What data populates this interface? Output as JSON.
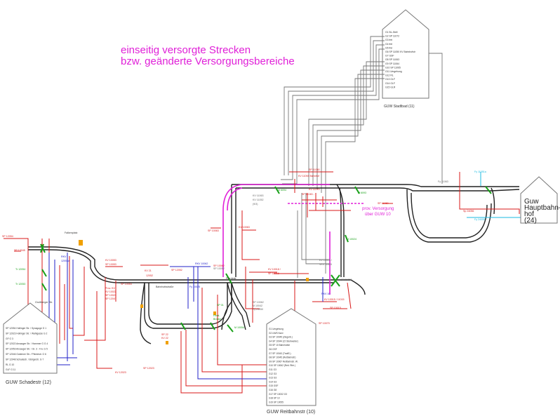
{
  "title": {
    "line1": "einseitig versorgte Strecken",
    "line2": "bzw. geänderte Versorgungsbereiche"
  },
  "substations": {
    "stadtbad": {
      "caption": "GUW Stadtbad (11)",
      "rows": [
        "G1 BL-Stell",
        "G2 SP 11072",
        "G3 frei",
        "G4 frei",
        "G5 frei",
        "G6 SP 11050 KV Bahnhofstr",
        "G7 GSF",
        "G8 SP 11063",
        "G9 SP 11064",
        "G10 SP 11065",
        "G11 Umgehung",
        "G12 RL",
        "G13 GLF",
        "G14 GLF",
        "G15 GLR"
      ]
    },
    "hauptbahnhof": {
      "caption_lines": [
        "Guw",
        "Hauptbahn-",
        "hof",
        "(24)"
      ]
    },
    "schadestr": {
      "caption": "GUW Schadestr (12)",
      "rows": [
        "SP 12054 Hollinger Str. / Synagoge  G 1",
        "SP 12023 Hollinger Str. / Wahlgasse  G 2",
        "GF  G 3",
        "SP 12022 Ansauger Str. / Hammer G  G 4",
        "SP 12053 Ansauger Str. / Gl. 3 - 4 w.  G 5",
        "SP 12046 Goldener Str. / Pferdestr.  G 6",
        "SP 12048 Schadestr. / Bürgerstr.  G 7",
        "RL  G 10",
        "GLF  G 11"
      ]
    },
    "reitbahnstr": {
      "caption": "GUW Reitbahnstr (10)",
      "rows": [
        "G1 Umgehung",
        "G2 UWS Nord",
        "G3 SP 10045 (ZiegelS.)",
        "G4 SP 10044 (Ct Steinweiler)",
        "G5 SP 10 Bahnhofstr",
        "G6 GSF",
        "G7 SP 10043 (TrattS.)",
        "G8 SP 10045 (Reitbahnstr)",
        "G9 SP 10067 Reitbahnstr. W.",
        "G10 SP 10062 (Reit. Rbh.)",
        "G11 G3",
        "G12 G3",
        "G13 G3",
        "G14 G3",
        "G15 GSF",
        "G16 G8",
        "G17 SP 10032 G3",
        "G18 SP 10",
        "G19 SP 10055"
      ]
    }
  },
  "labels": {
    "prov_versorgung": [
      "prov. Versorgung",
      "über GUW 10"
    ],
    "right_area": [
      "Fy 11063",
      "Fy 11051a",
      "Sp 24056",
      "Fy 24055"
    ],
    "center_red": [
      "SP 11060",
      "KV 11094 Bahnhof",
      "KV 11075",
      "SP 11045 -",
      "SP 11060",
      "SP 10063",
      "KV 10063",
      "KV 10018 /",
      "SP 10018",
      "KV 10015 / 11015",
      "SP 10015",
      "SP 10062",
      "SP 10070",
      "KV 21",
      "12052",
      "SP 12052",
      "SP 12023",
      "KV 12023",
      "SP 12054",
      "KV 10053",
      "SP 10053",
      "Prov. KV",
      "KV 10022",
      "SP 10054",
      "SP 10023",
      "SP 22",
      "KV 22",
      "SP 12045",
      "SP 12047"
    ],
    "center_gray": [
      "KV 11063",
      "KV 11052",
      "(9/3)",
      "KV 10015 /",
      "VKV 11015",
      "SP 11050",
      "SP 10052",
      "SP 10062"
    ],
    "center_green": [
      "M 6094",
      "M 6093",
      "M 10024",
      "M 10054",
      "Tr 12054",
      "Tr 12053",
      "SP 01",
      "Fried-",
      "Brücke",
      "M 10042"
    ],
    "center_blue": [
      "RKV",
      "12053a",
      "RKV 10062",
      "Fy 10025",
      "RKV 10",
      "Fy 24050"
    ],
    "street_names": [
      "Falkenplatz",
      "Bahnhofsstraße",
      "Großberger Str.",
      "Pferdestr."
    ]
  }
}
